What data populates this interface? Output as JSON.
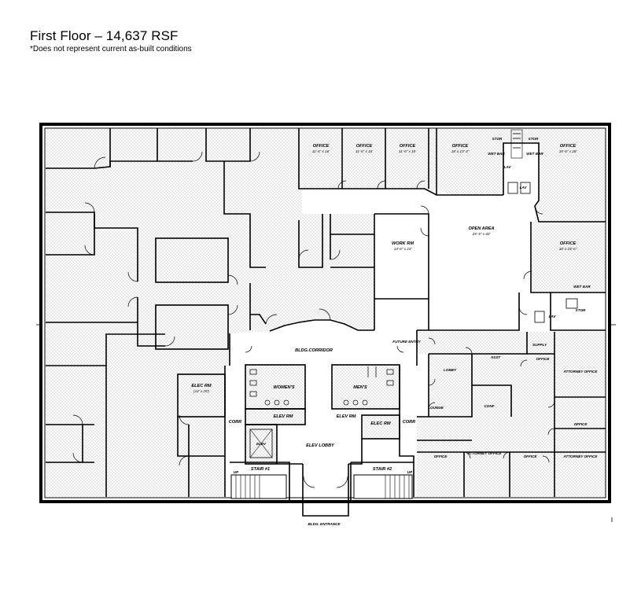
{
  "header": {
    "title": "First Floor – 14,637 RSF",
    "subtitle": "*Does not represent current as-built conditions"
  },
  "rooms": {
    "office1": {
      "name": "OFFICE",
      "dim": "11'-6\" x 16'"
    },
    "office2": {
      "name": "OFFICE",
      "dim": "11'-6\" x 16'"
    },
    "office3": {
      "name": "OFFICE",
      "dim": "11'-6\" x 16'"
    },
    "office4": {
      "name": "OFFICE",
      "dim": "18' x 13'-3\""
    },
    "office5": {
      "name": "OFFICE",
      "dim": "15'-6\" x 28'"
    },
    "office6": {
      "name": "OFFICE",
      "dim": "18' x 15'-6\""
    },
    "stor1": "STOR",
    "stor2": "STOR",
    "stor3": "STOR",
    "wetbar1": "WET BAR",
    "wetbar2": "WET BAR",
    "wetbar3": "WET BAR",
    "lav1": "LAV",
    "lav2": "LAV",
    "lav3": "LAV",
    "open_area": {
      "name": "OPEN AREA",
      "dim": "25'-5\" x 40'"
    },
    "work_rm": {
      "name": "WORK RM",
      "dim": "14'-6\" x 23'"
    },
    "future_entry": "FUTURE ENTRY",
    "corridor": "BLDG.CORRIDOR",
    "womens": "WOMEN'S",
    "mens": "MEN'S",
    "elev_rm1": "ELEV RM",
    "elev_rm2": "ELEV RM",
    "elec_rm1": {
      "name": "ELEC RM",
      "dim": "(14' x 29')"
    },
    "elec_rm2": "ELEC RM",
    "elev": "ELEV",
    "elev_lobby": "ELEV LOBBY",
    "corr1": "CORR",
    "corr2": "CORR",
    "stair1": "STAIR #1",
    "stair2": "STAIR #2",
    "up1": "UP",
    "up2": "UP",
    "entrance": "BLDG. ENTRANCE",
    "lobby": "LOBBY",
    "assist": "ASST",
    "lounge": "LOUNGE",
    "conf": "CONF",
    "supply": "SUPPLY",
    "office_small": "OFFICE",
    "attorney1": "ATTORNEY OFFICE",
    "attorney2": "ATTORNEY OFFICE",
    "attorney3": "ATTORNEY OFFICE",
    "office_b1": "OFFICE",
    "office_b2": "OFFICE",
    "office_b3": "OFFICE"
  },
  "colors": {
    "wall": "#000000",
    "stipple": "#9a9a9a",
    "background": "#ffffff"
  }
}
